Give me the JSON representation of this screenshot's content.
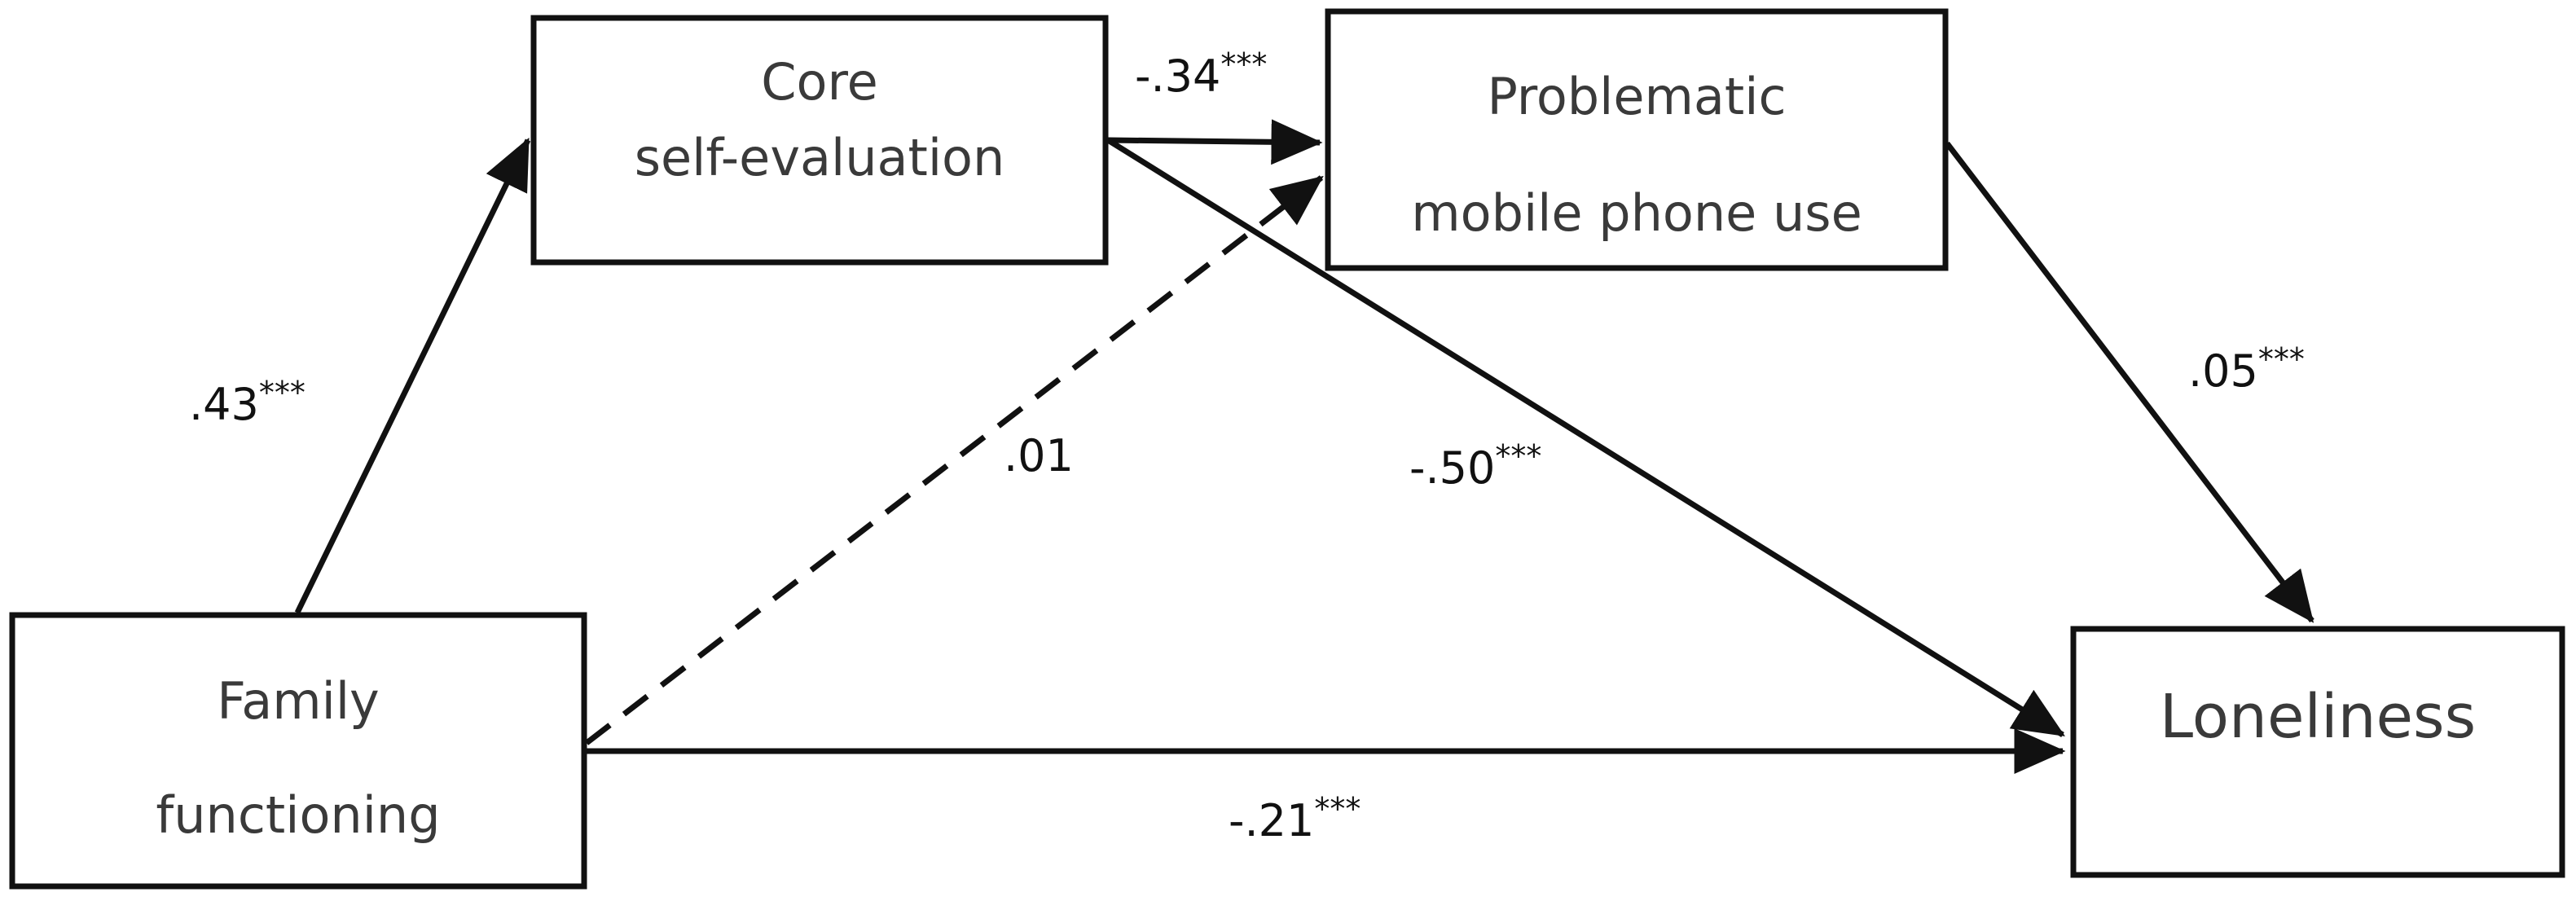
{
  "nodes": {
    "core": {
      "line1": "Core",
      "line2": "self-evaluation"
    },
    "pmpu": {
      "line1": "Problematic",
      "line2": "mobile phone use"
    },
    "family": {
      "line1": "Family",
      "line2": "functioning"
    },
    "loneliness": {
      "line1": "Loneliness"
    }
  },
  "edges": {
    "family_to_core": {
      "coef": ".43",
      "sig": "***"
    },
    "core_to_pmpu": {
      "coef": "-.34",
      "sig": "***"
    },
    "family_to_pmpu": {
      "coef": ".01",
      "sig": "",
      "style": "dashed"
    },
    "core_to_loneliness": {
      "coef": "-.50",
      "sig": "***"
    },
    "pmpu_to_loneliness": {
      "coef": ".05",
      "sig": "***"
    },
    "family_to_loneliness": {
      "coef": "-.21",
      "sig": "***"
    }
  },
  "colors": {
    "stroke": "#111111",
    "node_text": "#3a3a3a",
    "background": "#ffffff"
  }
}
